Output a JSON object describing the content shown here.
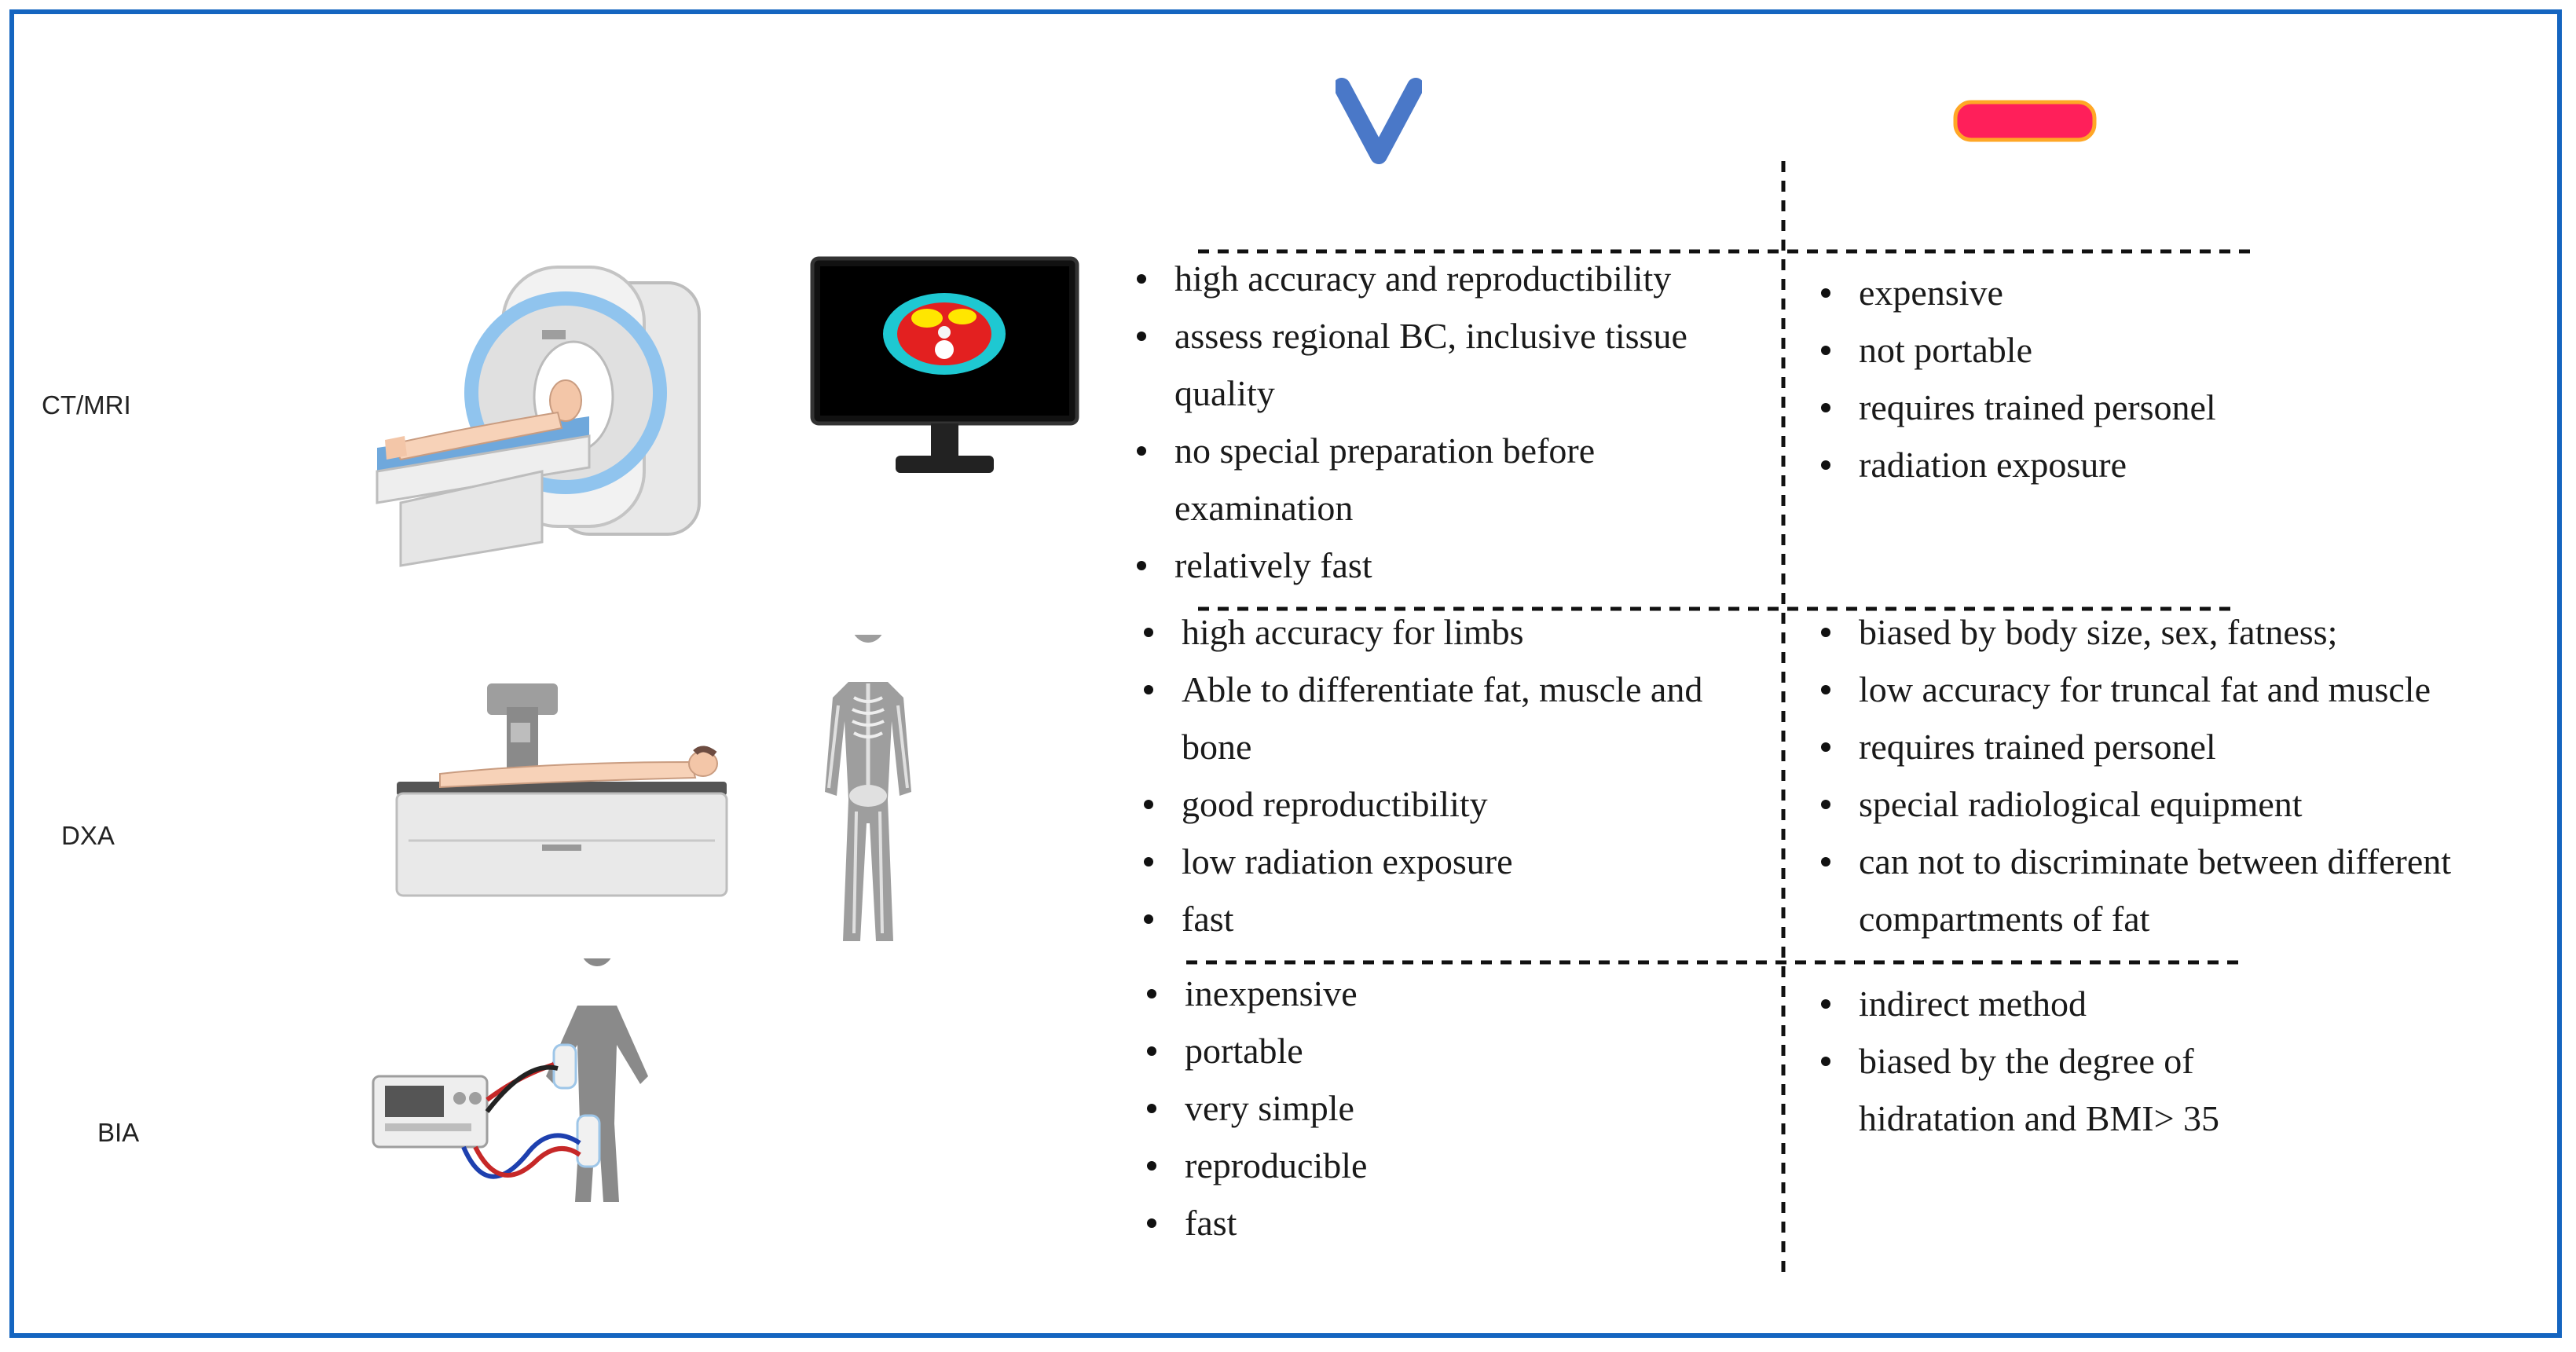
{
  "colors": {
    "frame_border": "#1565c0",
    "check_mark": "#4a78c8",
    "minus_bar": "#ff1f5a",
    "minus_bar_outline": "#ffa726"
  },
  "header": {
    "pros_icon": "check-v-icon",
    "cons_icon": "minus-bar-icon"
  },
  "rows": [
    {
      "method": "CT/MRI",
      "device_icon": "ct-scanner-icon",
      "image_icon": "monitor-ct-slice-icon",
      "pros": [
        "high accuracy and reproductibility",
        "assess regional BC, inclusive tissue quality",
        "no special preparation before examination",
        "relatively fast"
      ],
      "cons": [
        "expensive",
        "not portable",
        "requires trained personel",
        "radiation exposure"
      ]
    },
    {
      "method": "DXA",
      "device_icon": "dxa-scanner-icon",
      "image_icon": "skeleton-icon",
      "pros": [
        "high accuracy  for limbs",
        "Able to differentiate fat, muscle and bone",
        "good reproductibility",
        "low radiation exposure",
        "fast"
      ],
      "cons": [
        "biased by body size, sex, fatness;",
        "low accuracy for  truncal fat and muscle",
        "requires trained personel",
        "special radiological equipment",
        "can not to discriminate between different compartments of fat"
      ]
    },
    {
      "method": "BIA",
      "device_icon": "bia-device-icon",
      "image_icon": "",
      "pros": [
        "inexpensive",
        "portable",
        "very simple",
        "reproducible",
        "fast"
      ],
      "cons": [
        "indirect method",
        "biased by  the degree of hidratation and  BMI> 35"
      ]
    }
  ]
}
